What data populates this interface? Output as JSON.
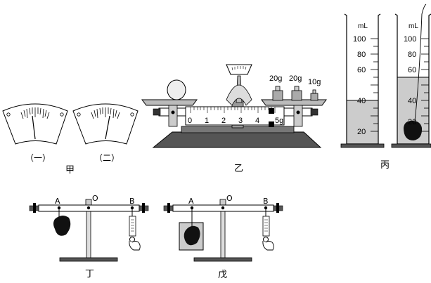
{
  "figure_labels": {
    "jia": "甲",
    "yi": "乙",
    "bing": "丙",
    "ding": "丁",
    "wu": "戊"
  },
  "dial_labels": {
    "one": "（一）",
    "two": "（二）"
  },
  "balance": {
    "scale_ticks": [
      "0",
      "1",
      "2",
      "3",
      "4",
      "5g"
    ],
    "weights": [
      "20g",
      "20g",
      "10g"
    ]
  },
  "cylinders": {
    "unit": "mL",
    "ticks": [
      "100",
      "80",
      "60",
      "40",
      "20"
    ],
    "left_level_ml": 40,
    "right_level_ml": 60
  },
  "lever": {
    "point_a": "A",
    "point_o": "O",
    "point_b": "B"
  }
}
